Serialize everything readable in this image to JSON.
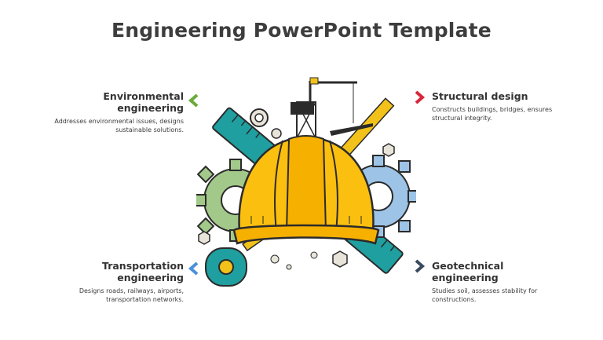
{
  "title": "Engineering PowerPoint Template",
  "items": [
    {
      "title": "Environmental engineering",
      "desc": "Addresses environmental issues, designs sustainable solutions.",
      "color": "#6aaa3a"
    },
    {
      "title": "Structural design",
      "desc": "Constructs buildings, bridges, ensures structural integrity.",
      "color": "#d9263a"
    },
    {
      "title": "Transportation engineering",
      "desc": "Designs roads, railways, airports, transportation networks.",
      "color": "#4a90d9"
    },
    {
      "title": "Geotechnical engineering",
      "desc": "Studies soil, assesses stability for constructions.",
      "color": "#3a4a5e"
    }
  ],
  "icons": [
    "chevron-left-icon",
    "chevron-right-icon",
    "hard-hat-illustration"
  ]
}
